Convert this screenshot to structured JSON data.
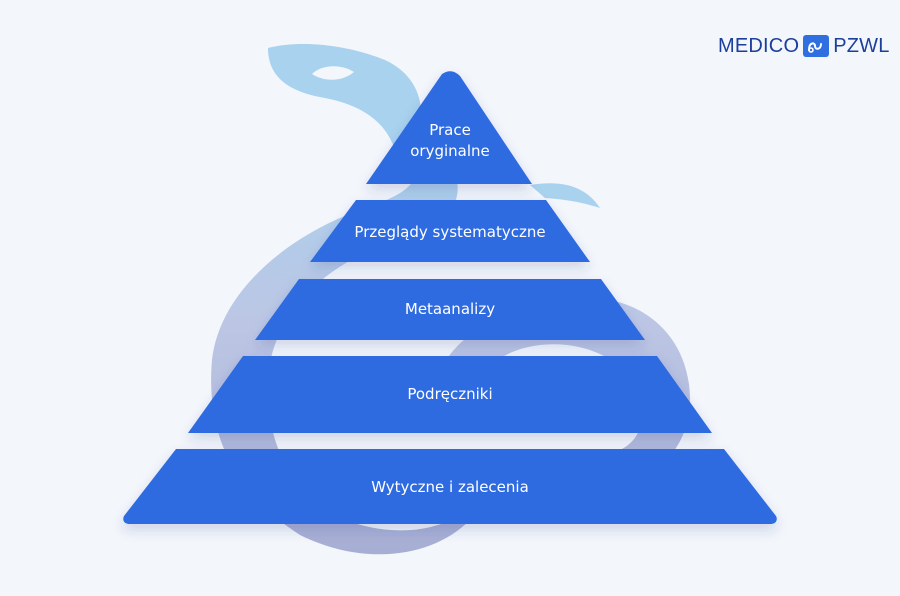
{
  "logo": {
    "left": "MEDICO",
    "right": "PZWL"
  },
  "pyramid": {
    "levels": [
      {
        "label_line1": "Prace",
        "label_line2": "oryginalne"
      },
      {
        "label": "Przeglądy systematyczne"
      },
      {
        "label": "Metaanalizy"
      },
      {
        "label": "Podręczniki"
      },
      {
        "label": "Wytyczne i zalecenia"
      }
    ]
  },
  "colors": {
    "tier": "#2f6be0",
    "background": "#f3f6fb",
    "snake_light": "#a9d2ee",
    "snake_dark": "#a7aed3"
  }
}
